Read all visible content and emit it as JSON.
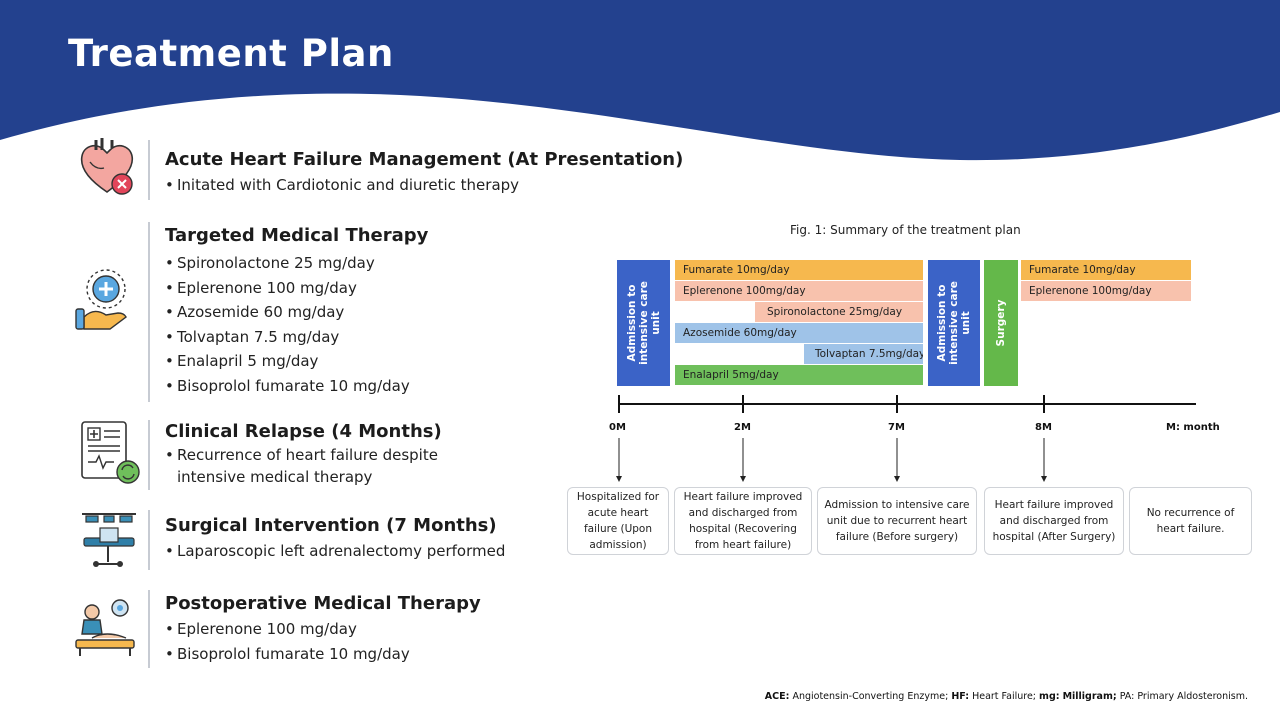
{
  "title": "Treatment Plan",
  "colors": {
    "header": "#23418e",
    "orange": "#f6b84e",
    "salmon": "#f8c2ad",
    "blue": "#9fc3e8",
    "green": "#6fbf5b",
    "icu_blue": "#3b63c7",
    "surgery_green": "#64b84a"
  },
  "sections": [
    {
      "title": "Acute Heart Failure Management (At Presentation)",
      "icon": "heart-icon",
      "items": [
        "Initated with Cardiotonic and diuretic therapy"
      ]
    },
    {
      "title": "Targeted Medical Therapy",
      "icon": "medical-care-icon",
      "items": [
        "Spironolactone 25 mg/day",
        "Eplerenone 100 mg/day",
        "Azosemide 60 mg/day",
        "Tolvaptan 7.5 mg/day",
        "Enalapril 5 mg/day",
        "Bisoprolol fumarate 10 mg/day"
      ]
    },
    {
      "title": "Clinical Relapse (4 Months)",
      "icon": "medical-report-icon",
      "items": [
        "Recurrence of heart failure despite",
        "intensive medical therapy"
      ]
    },
    {
      "title": "Surgical Intervention (7 Months)",
      "icon": "operating-room-icon",
      "items": [
        "Laparoscopic left adrenalectomy performed"
      ]
    },
    {
      "title": "Postoperative Medical Therapy",
      "icon": "recovering-patient-icon",
      "items": [
        "Eplerenone 100 mg/day",
        "Bisoprolol fumarate 10 mg/day"
      ]
    }
  ],
  "figure": {
    "caption": "Fig. 1: Summary of the treatment plan",
    "icu_label_1": "Admission to intensive care unit",
    "icu_label_2": "Admission to intensive care unit",
    "surgery_label": "Surgery",
    "drugs_phase1": {
      "fumarate": "Fumarate 10mg/day",
      "eplerenone": "Eplerenone 100mg/day",
      "spironolactone": "Spironolactone 25mg/day",
      "azosemide": "Azosemide 60mg/day",
      "tolvaptan": "Tolvaptan 7.5mg/day",
      "enalapril": "Enalapril 5mg/day"
    },
    "drugs_phase2": {
      "fumarate": "Fumarate 10mg/day",
      "eplerenone": "Eplerenone 100mg/day"
    },
    "timeline_ticks": [
      "0M",
      "2M",
      "7M",
      "8M"
    ],
    "timeline_unit": "M: month",
    "events": [
      "Hospitalized for acute heart failure (Upon admission)",
      "Heart failure improved and discharged from hospital (Recovering from heart failure)",
      "Admission to intensive care unit due to recurrent heart failure (Before surgery)",
      "Heart failure improved and discharged from hospital (After Surgery)",
      "No recurrence of heart failure."
    ]
  },
  "footnote": {
    "ace_abbr": "ACE:",
    "ace_text": "Angiotensin-Converting Enzyme;",
    "hf_abbr": "HF:",
    "hf_text": "Heart Failure;",
    "mg_abbr": "mg:",
    "mg_text": "Milligram;",
    "pa_abbr": "PA:",
    "pa_text": "Primary Aldosteronism."
  }
}
